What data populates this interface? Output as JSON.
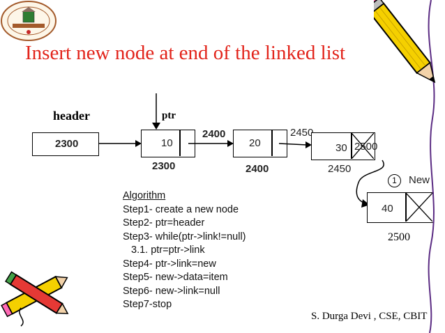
{
  "title": "Insert new node at end of the linked list",
  "labels": {
    "header": "header",
    "ptr": "ptr"
  },
  "header_box": {
    "value": "2300"
  },
  "nodes": [
    {
      "data": "10",
      "address": "2300",
      "link": "2400"
    },
    {
      "data": "20",
      "address": "2400",
      "link": "2450"
    },
    {
      "data": "30",
      "address": "2450",
      "link": "2500"
    }
  ],
  "new_node": {
    "data": "40",
    "address": "2500",
    "step_number": "1",
    "label": "New"
  },
  "algorithm": {
    "heading": "Algorithm",
    "steps": [
      "Step1- create a new node",
      "Step2- ptr=header",
      "Step3- while(ptr->link!=null)",
      "3.1. ptr=ptr->link",
      "Step4- ptr->link=new",
      "Step5- new->data=item",
      "Step6- new->link=null",
      "Step7-stop"
    ]
  },
  "credit": "S. Durga Devi , CSE, CBIT",
  "colors": {
    "title": "#e2231a",
    "pencil_body": "#f5d000",
    "pencil_outline": "#000000",
    "eraser": "#ff69b4",
    "logo_ring": "#a35a2b"
  }
}
